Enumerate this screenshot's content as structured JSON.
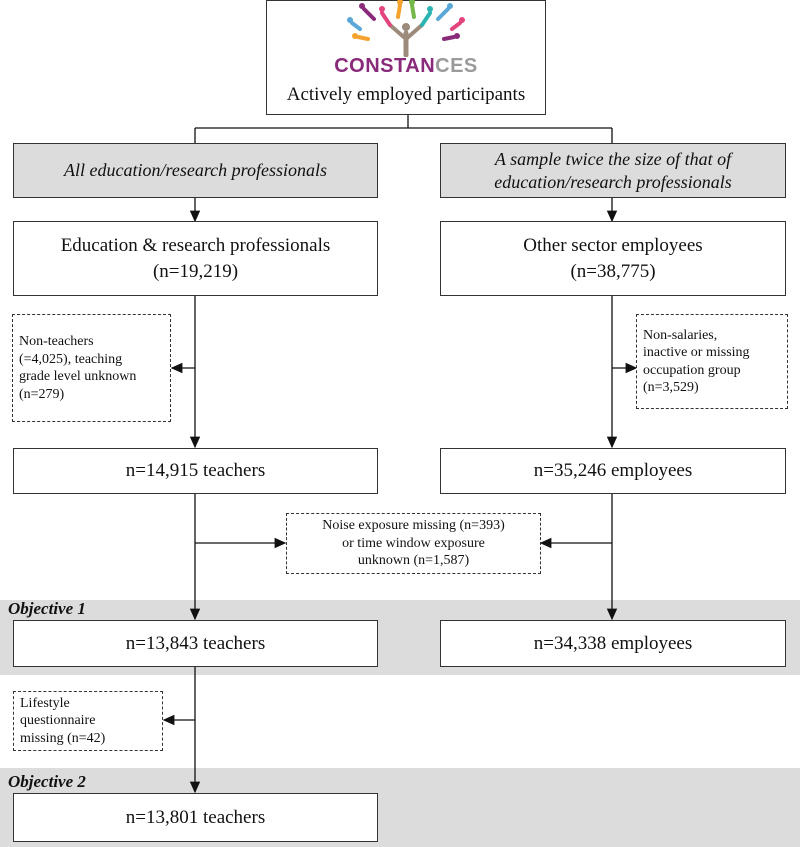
{
  "logo": {
    "brand_part1": "CONSTAN",
    "brand_part2": "CES",
    "colors": [
      "#e2457e",
      "#f6a22e",
      "#5aa7d8",
      "#74b84a",
      "#8a2a7a",
      "#2bb3b1"
    ]
  },
  "top": {
    "label": "Actively employed participants"
  },
  "left_branch": {
    "header": "All education/research professionals",
    "group_title": "Education & research professionals",
    "group_count": "(n=19,219)",
    "exclusion": [
      "Non-teachers",
      "(=4,025), teaching",
      "grade level unknown",
      "(n=279)"
    ],
    "after_exclusion": "n=14,915 teachers",
    "objective1": "n=13,843 teachers",
    "exclusion2": [
      "Lifestyle",
      "questionnaire",
      "missing (n=42)"
    ],
    "objective2": "n=13,801 teachers"
  },
  "right_branch": {
    "header_line1": "A sample twice the size of that of",
    "header_line2": "education/research professionals",
    "group_title": "Other sector employees",
    "group_count": "(n=38,775)",
    "exclusion": [
      "Non-salaries,",
      "inactive or missing",
      "occupation group",
      "(n=3,529)"
    ],
    "after_exclusion": "n=35,246 employees",
    "objective1": "n=34,338 employees"
  },
  "shared_exclusion": [
    "Noise exposure missing (n=393)",
    "or time window exposure",
    "unknown (n=1,587)"
  ],
  "bands": {
    "objective1": "Objective 1",
    "objective2": "Objective 2"
  }
}
